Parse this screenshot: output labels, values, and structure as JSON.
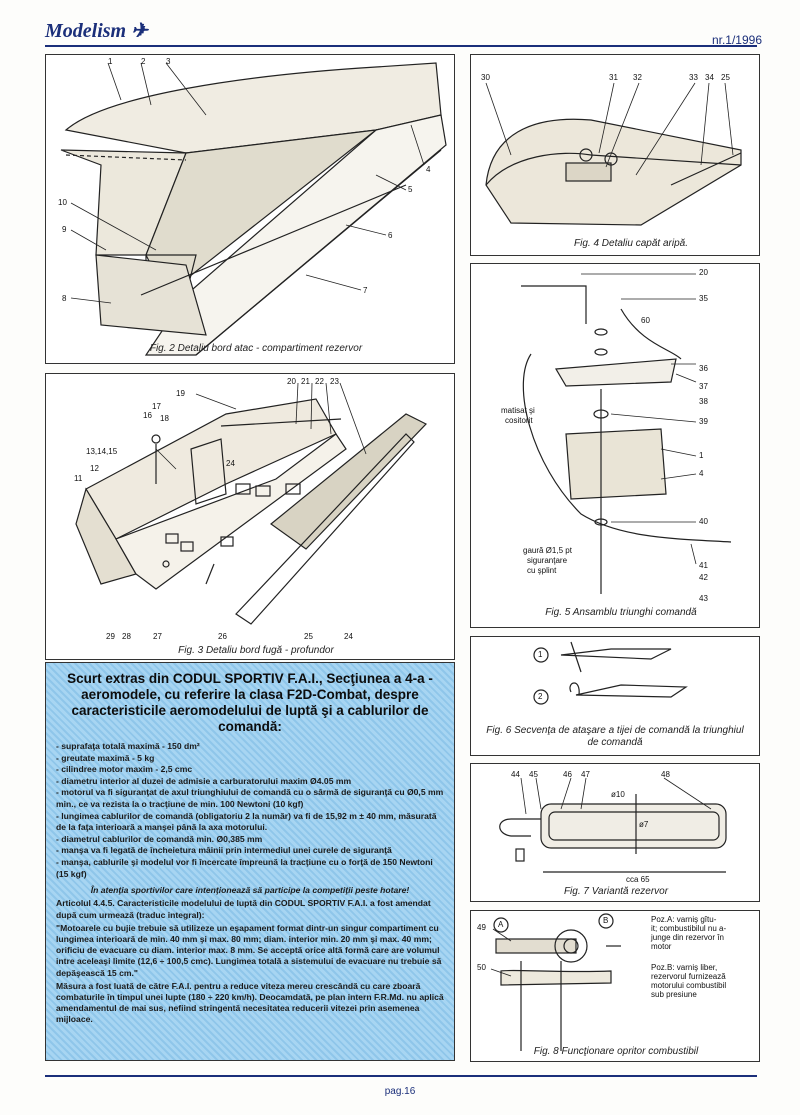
{
  "header": {
    "masthead": "Modelism",
    "issue": "nr.1/1996"
  },
  "fig2": {
    "caption": "Fig. 2 Detaliu bord atac - compartiment rezervor",
    "labels": [
      "1",
      "2",
      "3",
      "4",
      "5",
      "6",
      "7",
      "8",
      "9",
      "10"
    ]
  },
  "fig3": {
    "caption": "Fig. 3 Detaliu bord fugă - profundor",
    "labels": [
      "20",
      "21",
      "22",
      "23",
      "19",
      "17",
      "18",
      "16",
      "13,14,15",
      "12",
      "11",
      "24",
      "29",
      "28",
      "27",
      "26",
      "25",
      "24"
    ]
  },
  "fig4": {
    "caption": "Fig. 4 Detaliu capăt aripă.",
    "labels": [
      "30",
      "31",
      "32",
      "33",
      "34",
      "25"
    ]
  },
  "fig5": {
    "caption": "Fig. 5 Ansamblu triunghi comandă",
    "labels": [
      "20",
      "35",
      "60",
      "36",
      "37",
      "38",
      "39",
      "1",
      "4",
      "40",
      "41",
      "42",
      "43"
    ],
    "note1": "matisat şi",
    "note2": "cositorit",
    "note3": "gaură Ø1,5 pt",
    "note4": "siguranţare",
    "note5": "cu şplint"
  },
  "fig6": {
    "caption_line1": "Fig. 6 Secvenţa de ataşare a tijei de comandă la triunghiul",
    "caption_line2": "de comandă",
    "step1": "1",
    "step2": "2"
  },
  "fig7": {
    "caption": "Fig. 7 Variantă rezervor",
    "labels": [
      "44",
      "45",
      "46",
      "47",
      "48"
    ],
    "dim_d10": "ø10",
    "dim_d7": "ø7",
    "dim_length": "cca 65"
  },
  "fig8": {
    "caption": "Fig. 8 Funcţionare opritor combustibil",
    "label_49": "49",
    "label_50": "50",
    "pos_a_symbol": "A",
    "pos_b_symbol": "B",
    "note_a": [
      "Poz.A: varniş gîtu-",
      "it; combustibilul nu a-",
      "junge din rezervor în",
      "motor"
    ],
    "note_b": [
      "Poz.B: varniş liber,",
      "rezervorul furnizează",
      "motorului combustibil",
      "sub presiune"
    ]
  },
  "article": {
    "title": "Scurt extras din CODUL SPORTIV F.A.I., Secţiunea a 4-a - aeromodele, cu referire la clasa F2D-Combat, despre caracteristicile aeromodelului de luptă şi a cablurilor de comandă:",
    "specs": [
      "- suprafaţa totală maximă - 150 dm²",
      "- greutate maximă - 5 kg",
      "- cilindree motor maxim - 2,5 cmc",
      "- diametru interior al duzei de admisie a carburatorului maxim Ø4.05 mm",
      "- motorul va fi siguranţat de axul triunghiului de comandă cu o sârmă de siguranţă cu Ø0,5 mm min., ce va rezista la o tracţiune de min. 100 Newtoni (10 kgf)",
      "- lungimea cablurilor de comandă (obligatoriu 2 la număr) va fi de 15,92 m ± 40 mm, măsurată de la faţa interioară a manşei până la axa motorului.",
      "- diametrul cablurilor de comandă min. Ø0,385 mm",
      "- manşa va fi legată de încheietura mâinii prin intermediul unei curele de siguranţă",
      "- manşa, cablurile şi modelul vor fi încercate împreună la tracţiune cu o forţă de 150 Newtoni (15 kgf)"
    ],
    "attention": "În atenţia sportivilor care intenţionează să participe la competiţii peste hotare!",
    "para1": "Articolul 4.4.5. Caracteristicile modelului de luptă din CODUL SPORTIV F.A.I. a fost amendat după cum urmează (traduc integral):",
    "para2": "\"Motoarele cu bujie trebuie să utilizeze un eşapament format dintr-un singur compartiment cu lungimea interioară de min. 40 mm şi max. 80 mm; diam. interior min. 20 mm şi max. 40 mm; orificiu de evacuare cu diam. interior max. 8 mm. Se acceptă orice altă formă care are volumul intre aceleaşi limite (12,6 ÷ 100,5 cmc). Lungimea totală a sistemului de evacuare nu trebuie să depăşească 15 cm.\"",
    "para3": "Măsura a fost luată de către F.A.I. pentru a reduce viteza mereu crescândă cu care zboară combaturile în timpul unei lupte (180 ÷ 220 km/h). Deocamdată, pe plan intern F.R.Md. nu aplică amendamentul de mai sus, nefiind stringentă necesitatea reducerii vitezei prin asemenea mijloace."
  },
  "footer": {
    "page": "pag.16"
  }
}
